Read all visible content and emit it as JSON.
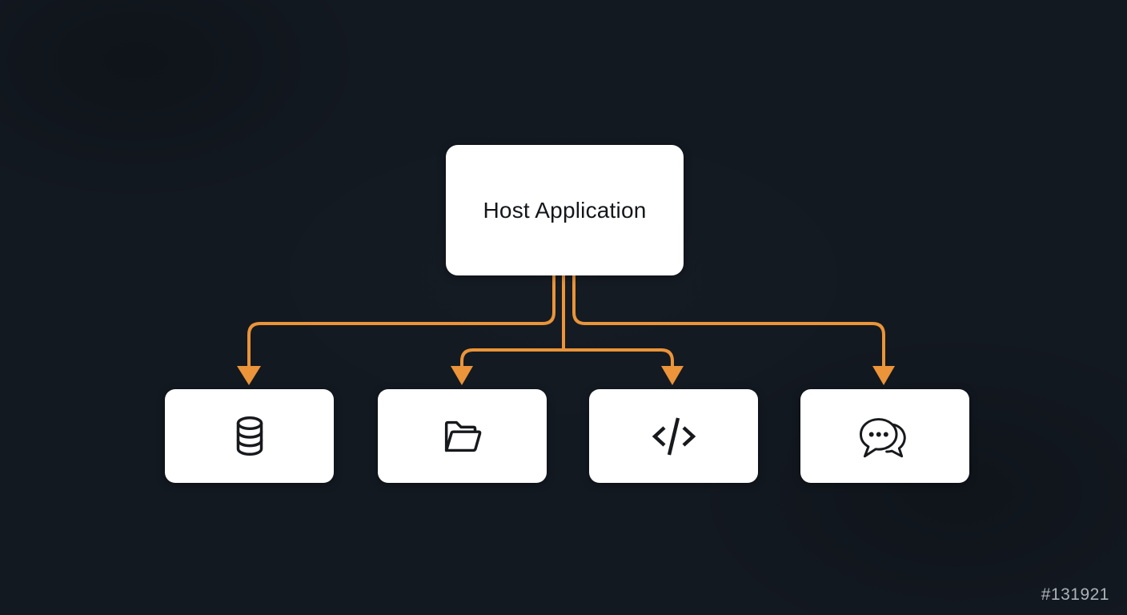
{
  "colors": {
    "background": "#131921",
    "accent": "#EB9439",
    "node_fill": "#FFFFFF",
    "icon_stroke": "#17191C",
    "text": "#14161A"
  },
  "watermark": {
    "label": "#131921"
  },
  "diagram": {
    "type": "tree",
    "root": {
      "label": "Host Application"
    },
    "children": [
      {
        "name": "database",
        "icon": "database-icon"
      },
      {
        "name": "folder",
        "icon": "folder-icon"
      },
      {
        "name": "code",
        "icon": "code-icon"
      },
      {
        "name": "chat",
        "icon": "chat-icon"
      }
    ]
  }
}
